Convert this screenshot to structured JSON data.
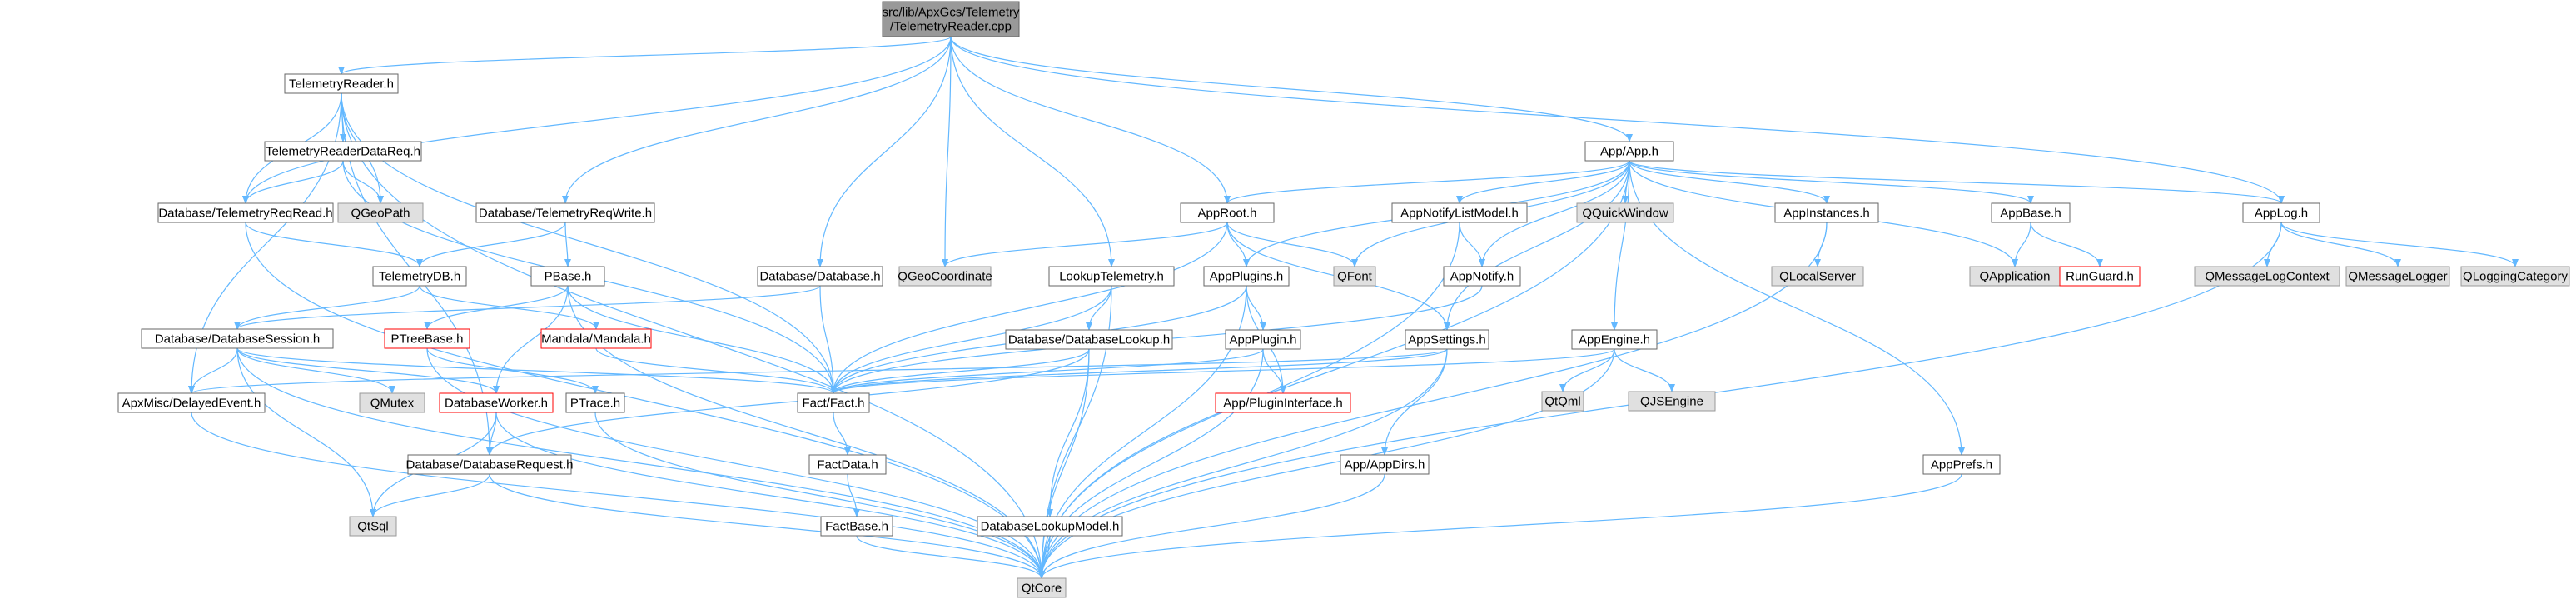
{
  "colors": {
    "edge": "#63b8ff",
    "node_border": "#666666",
    "node_fill": "#ffffff",
    "root_fill": "#999999",
    "external_fill": "#e0e0e0",
    "red_border": "#ff0000",
    "text": "#000000"
  },
  "nodes": [
    {
      "id": "root",
      "label": "src/lib/ApxGcs/Telemetry\n/TelemetryReader.cpp",
      "style": "root"
    },
    {
      "id": "TelemetryReader",
      "label": "TelemetryReader.h",
      "style": "normal"
    },
    {
      "id": "TelemetryReaderDataReq",
      "label": "TelemetryReaderDataReq.h",
      "style": "normal"
    },
    {
      "id": "TelemetryReqRead",
      "label": "Database/TelemetryReqRead.h",
      "style": "normal"
    },
    {
      "id": "QGeoPath",
      "label": "QGeoPath",
      "style": "external"
    },
    {
      "id": "TelemetryReqWrite",
      "label": "Database/TelemetryReqWrite.h",
      "style": "normal"
    },
    {
      "id": "TelemetryDB",
      "label": "TelemetryDB.h",
      "style": "normal"
    },
    {
      "id": "PBase",
      "label": "PBase.h",
      "style": "normal"
    },
    {
      "id": "DatabaseH",
      "label": "Database/Database.h",
      "style": "normal"
    },
    {
      "id": "DatabaseSession",
      "label": "Database/DatabaseSession.h",
      "style": "normal"
    },
    {
      "id": "PTreeBase",
      "label": "PTreeBase.h",
      "style": "red"
    },
    {
      "id": "Mandala",
      "label": "Mandala/Mandala.h",
      "style": "red"
    },
    {
      "id": "QGeoCoordinate",
      "label": "QGeoCoordinate",
      "style": "external"
    },
    {
      "id": "LookupTelemetry",
      "label": "LookupTelemetry.h",
      "style": "normal"
    },
    {
      "id": "AppRoot",
      "label": "AppRoot.h",
      "style": "normal"
    },
    {
      "id": "AppApp",
      "label": "App/App.h",
      "style": "normal"
    },
    {
      "id": "AppNotifyListModel",
      "label": "AppNotifyListModel.h",
      "style": "normal"
    },
    {
      "id": "QQuickWindow",
      "label": "QQuickWindow",
      "style": "external"
    },
    {
      "id": "AppInstances",
      "label": "AppInstances.h",
      "style": "normal"
    },
    {
      "id": "AppBase",
      "label": "AppBase.h",
      "style": "normal"
    },
    {
      "id": "AppLog",
      "label": "AppLog.h",
      "style": "normal"
    },
    {
      "id": "QMessageLogContext",
      "label": "QMessageLogContext",
      "style": "external"
    },
    {
      "id": "QMessageLogger",
      "label": "QMessageLogger",
      "style": "external"
    },
    {
      "id": "QLoggingCategory",
      "label": "QLoggingCategory",
      "style": "external"
    },
    {
      "id": "QLocalServer",
      "label": "QLocalServer",
      "style": "external"
    },
    {
      "id": "QApplication",
      "label": "QApplication",
      "style": "external"
    },
    {
      "id": "RunGuard",
      "label": "RunGuard.h",
      "style": "red"
    },
    {
      "id": "QFont",
      "label": "QFont",
      "style": "external"
    },
    {
      "id": "AppNotify",
      "label": "AppNotify.h",
      "style": "normal"
    },
    {
      "id": "AppPlugins",
      "label": "AppPlugins.h",
      "style": "normal"
    },
    {
      "id": "AppPlugin",
      "label": "AppPlugin.h",
      "style": "normal"
    },
    {
      "id": "AppSettings",
      "label": "AppSettings.h",
      "style": "normal"
    },
    {
      "id": "DatabaseLookup",
      "label": "Database/DatabaseLookup.h",
      "style": "normal"
    },
    {
      "id": "AppEngine",
      "label": "AppEngine.h",
      "style": "normal"
    },
    {
      "id": "QtQml",
      "label": "QtQml",
      "style": "external"
    },
    {
      "id": "QJSEngine",
      "label": "QJSEngine",
      "style": "external"
    },
    {
      "id": "ApxMiscDelayedEvent",
      "label": "ApxMisc/DelayedEvent.h",
      "style": "normal"
    },
    {
      "id": "QMutex",
      "label": "QMutex",
      "style": "external"
    },
    {
      "id": "DatabaseWorker",
      "label": "DatabaseWorker.h",
      "style": "red"
    },
    {
      "id": "PTrace",
      "label": "PTrace.h",
      "style": "normal"
    },
    {
      "id": "FactFact",
      "label": "Fact/Fact.h",
      "style": "normal"
    },
    {
      "id": "AppPluginInterface",
      "label": "App/PluginInterface.h",
      "style": "red"
    },
    {
      "id": "DatabaseRequest",
      "label": "Database/DatabaseRequest.h",
      "style": "normal"
    },
    {
      "id": "QtSql",
      "label": "QtSql",
      "style": "external"
    },
    {
      "id": "FactData",
      "label": "FactData.h",
      "style": "normal"
    },
    {
      "id": "FactBase",
      "label": "FactBase.h",
      "style": "normal"
    },
    {
      "id": "DatabaseLookupModel",
      "label": "DatabaseLookupModel.h",
      "style": "normal"
    },
    {
      "id": "AppDirs",
      "label": "App/AppDirs.h",
      "style": "normal"
    },
    {
      "id": "AppPrefs",
      "label": "AppPrefs.h",
      "style": "normal"
    },
    {
      "id": "QtCore",
      "label": "QtCore",
      "style": "external"
    }
  ],
  "edges": [
    [
      "root",
      "TelemetryReader"
    ],
    [
      "root",
      "TelemetryReqRead"
    ],
    [
      "root",
      "TelemetryReqWrite"
    ],
    [
      "root",
      "DatabaseH"
    ],
    [
      "root",
      "QGeoCoordinate"
    ],
    [
      "root",
      "LookupTelemetry"
    ],
    [
      "root",
      "AppRoot"
    ],
    [
      "root",
      "AppApp"
    ],
    [
      "root",
      "AppLog"
    ],
    [
      "TelemetryReader",
      "TelemetryReaderDataReq"
    ],
    [
      "TelemetryReader",
      "QGeoPath"
    ],
    [
      "TelemetryReader",
      "TelemetryReqRead"
    ],
    [
      "TelemetryReader",
      "QtCore"
    ],
    [
      "TelemetryReader",
      "ApxMiscDelayedEvent"
    ],
    [
      "TelemetryReader",
      "DatabaseRequest"
    ],
    [
      "TelemetryReader",
      "FactFact"
    ],
    [
      "TelemetryReaderDataReq",
      "TelemetryReqRead"
    ],
    [
      "TelemetryReaderDataReq",
      "QGeoPath"
    ],
    [
      "TelemetryReaderDataReq",
      "FactFact"
    ],
    [
      "TelemetryReqRead",
      "TelemetryDB"
    ],
    [
      "TelemetryReqRead",
      "QtCore"
    ],
    [
      "TelemetryReqWrite",
      "TelemetryDB"
    ],
    [
      "TelemetryReqWrite",
      "PBase"
    ],
    [
      "TelemetryDB",
      "DatabaseSession"
    ],
    [
      "TelemetryDB",
      "Mandala"
    ],
    [
      "PBase",
      "PTreeBase"
    ],
    [
      "PBase",
      "FactFact"
    ],
    [
      "PBase",
      "QtCore"
    ],
    [
      "PBase",
      "DatabaseWorker"
    ],
    [
      "DatabaseH",
      "DatabaseSession"
    ],
    [
      "DatabaseH",
      "FactFact"
    ],
    [
      "DatabaseSession",
      "ApxMiscDelayedEvent"
    ],
    [
      "DatabaseSession",
      "QMutex"
    ],
    [
      "DatabaseSession",
      "DatabaseWorker"
    ],
    [
      "DatabaseSession",
      "FactFact"
    ],
    [
      "DatabaseSession",
      "QtSql"
    ],
    [
      "DatabaseSession",
      "QtCore"
    ],
    [
      "PTreeBase",
      "PTrace"
    ],
    [
      "PTreeBase",
      "QtCore"
    ],
    [
      "Mandala",
      "FactFact"
    ],
    [
      "DatabaseWorker",
      "DatabaseRequest"
    ],
    [
      "DatabaseWorker",
      "QtSql"
    ],
    [
      "DatabaseWorker",
      "QtCore"
    ],
    [
      "PTrace",
      "QtCore"
    ],
    [
      "ApxMiscDelayedEvent",
      "QtCore"
    ],
    [
      "DatabaseRequest",
      "QtSql"
    ],
    [
      "DatabaseRequest",
      "QtCore"
    ],
    [
      "FactFact",
      "FactData"
    ],
    [
      "FactData",
      "FactBase"
    ],
    [
      "FactBase",
      "QtCore"
    ],
    [
      "LookupTelemetry",
      "DatabaseLookup"
    ],
    [
      "LookupTelemetry",
      "FactFact"
    ],
    [
      "LookupTelemetry",
      "QtCore"
    ],
    [
      "DatabaseLookup",
      "DatabaseRequest"
    ],
    [
      "DatabaseLookup",
      "FactFact"
    ],
    [
      "DatabaseLookup",
      "DatabaseLookupModel"
    ],
    [
      "DatabaseLookup",
      "QtCore"
    ],
    [
      "DatabaseLookupModel",
      "QtCore"
    ],
    [
      "AppRoot",
      "QGeoCoordinate"
    ],
    [
      "AppRoot",
      "AppPlugins"
    ],
    [
      "AppRoot",
      "QFont"
    ],
    [
      "AppRoot",
      "AppSettings"
    ],
    [
      "AppRoot",
      "FactFact"
    ],
    [
      "AppApp",
      "AppRoot"
    ],
    [
      "AppApp",
      "AppNotifyListModel"
    ],
    [
      "AppApp",
      "QQuickWindow"
    ],
    [
      "AppApp",
      "AppInstances"
    ],
    [
      "AppApp",
      "AppBase"
    ],
    [
      "AppApp",
      "AppLog"
    ],
    [
      "AppApp",
      "QApplication"
    ],
    [
      "AppApp",
      "QFont"
    ],
    [
      "AppApp",
      "AppNotify"
    ],
    [
      "AppApp",
      "AppPlugins"
    ],
    [
      "AppApp",
      "AppSettings"
    ],
    [
      "AppApp",
      "AppEngine"
    ],
    [
      "AppApp",
      "AppPrefs"
    ],
    [
      "AppApp",
      "QtCore"
    ],
    [
      "AppNotifyListModel",
      "AppNotify"
    ],
    [
      "AppNotifyListModel",
      "QtCore"
    ],
    [
      "AppNotify",
      "FactFact"
    ],
    [
      "AppInstances",
      "QLocalServer"
    ],
    [
      "AppInstances",
      "QtCore"
    ],
    [
      "AppBase",
      "QApplication"
    ],
    [
      "AppBase",
      "RunGuard"
    ],
    [
      "AppLog",
      "QMessageLogContext"
    ],
    [
      "AppLog",
      "QMessageLogger"
    ],
    [
      "AppLog",
      "QLoggingCategory"
    ],
    [
      "AppLog",
      "QtCore"
    ],
    [
      "AppPlugins",
      "AppPlugin"
    ],
    [
      "AppPlugins",
      "AppPluginInterface"
    ],
    [
      "AppPlugins",
      "FactFact"
    ],
    [
      "AppPlugins",
      "QtCore"
    ],
    [
      "AppPlugin",
      "AppPluginInterface"
    ],
    [
      "AppPlugin",
      "FactFact"
    ],
    [
      "AppPlugin",
      "QtCore"
    ],
    [
      "AppSettings",
      "FactFact"
    ],
    [
      "AppSettings",
      "AppDirs"
    ],
    [
      "AppSettings",
      "ApxMiscDelayedEvent"
    ],
    [
      "AppSettings",
      "QtCore"
    ],
    [
      "AppDirs",
      "QtCore"
    ],
    [
      "AppEngine",
      "QtQml"
    ],
    [
      "AppEngine",
      "QJSEngine"
    ],
    [
      "AppEngine",
      "FactFact"
    ],
    [
      "AppEngine",
      "QtCore"
    ],
    [
      "AppPrefs",
      "QtCore"
    ]
  ]
}
